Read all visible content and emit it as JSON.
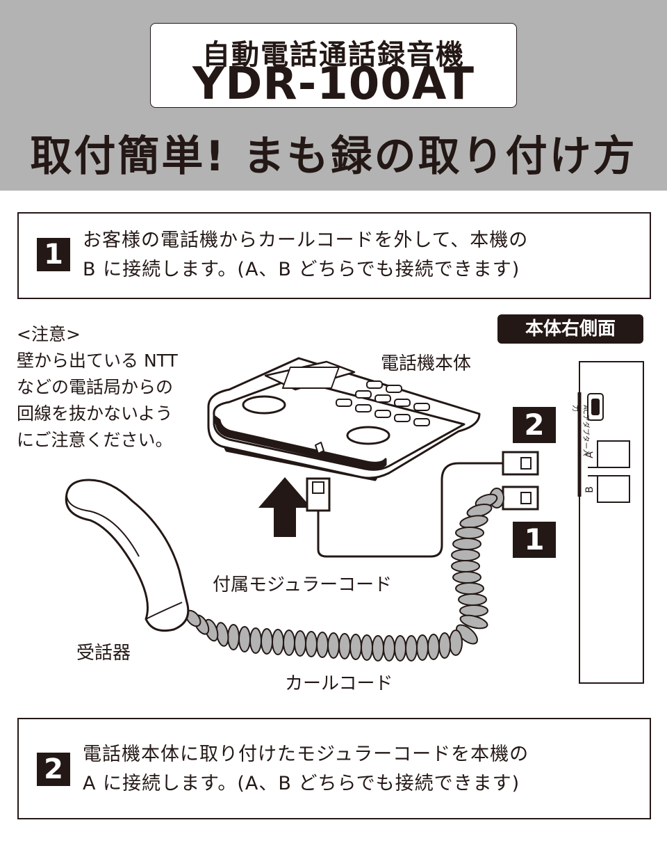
{
  "header": {
    "product_name": "自動電話通話録音機",
    "model": "YDR-100AT",
    "headline": "取付簡単! まも録の取り付け方"
  },
  "step1": {
    "number": "1",
    "text": "お客様の電話機からカールコードを外して、本機の\nB に接続します。(A、B どちらでも接続できます)"
  },
  "step2": {
    "number": "2",
    "text": "電話機本体に取り付けたモジュラーコードを本機の\nA に接続します。(A、B どちらでも接続できます)"
  },
  "diagram": {
    "caution": "<注意>\n壁から出ている NTT\nなどの電話局からの\n回線を抜かないよう\nにご注意ください。",
    "phone_body_label": "電話機本体",
    "side_view_label": "本体右側面",
    "modular_cord_label": "付属モジュラーコード",
    "handset_label": "受話器",
    "curl_cord_label": "カールコード",
    "marker_top": "2",
    "marker_bottom": "1",
    "port_a": "A",
    "port_b": "B",
    "ac_label": "ACアダプター入力"
  },
  "colors": {
    "ink": "#231815",
    "header_bg": "#b3b3b3"
  }
}
